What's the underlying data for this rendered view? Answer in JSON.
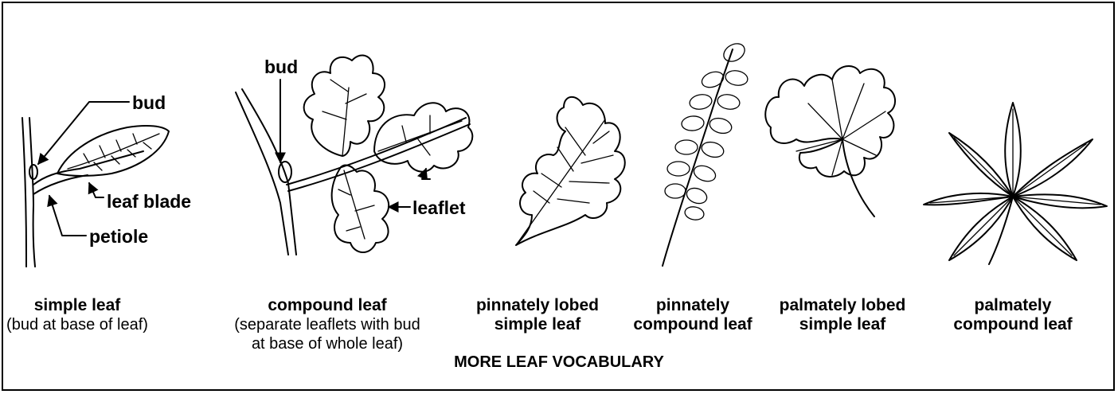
{
  "callouts": {
    "simple": {
      "bud": "bud",
      "leaf_blade": "leaf blade",
      "petiole": "petiole"
    },
    "compound": {
      "bud": "bud",
      "leaflet": "leaflet"
    }
  },
  "captions": {
    "simple": {
      "title": "simple leaf",
      "subtitle": "(bud at base of leaf)"
    },
    "compound": {
      "title": "compound leaf",
      "subtitle_line1": "(separate leaflets with bud",
      "subtitle_line2": "at base of whole leaf)"
    },
    "pinnately_lobed": {
      "line1": "pinnately lobed",
      "line2": "simple leaf"
    },
    "pinnately_compound": {
      "line1": "pinnately",
      "line2": "compound leaf"
    },
    "palmately_lobed": {
      "line1": "palmately lobed",
      "line2": "simple leaf"
    },
    "palmately_compound": {
      "line1": "palmately",
      "line2": "compound leaf"
    }
  },
  "footer": "MORE LEAF VOCABULARY"
}
